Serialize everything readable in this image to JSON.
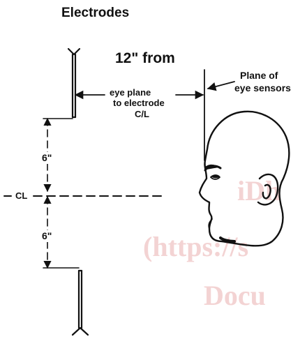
{
  "diagram": {
    "title": "Electrodes",
    "distance_heading": "12\" from",
    "distance_caption_line1": "eye plane",
    "distance_caption_line2": "to electrode",
    "distance_caption_line3": "C/L",
    "plane_label_line1": "Plane of",
    "plane_label_line2": "eye sensors",
    "upper_gap": "6\"",
    "lower_gap": "6\"",
    "centerline_label": "CL"
  },
  "watermark": {
    "line1": "iDh",
    "line2": "(https://s",
    "line3": "Docu"
  },
  "colors": {
    "ink": "#111111",
    "watermark": "#f3d3d3",
    "background": "#ffffff"
  }
}
